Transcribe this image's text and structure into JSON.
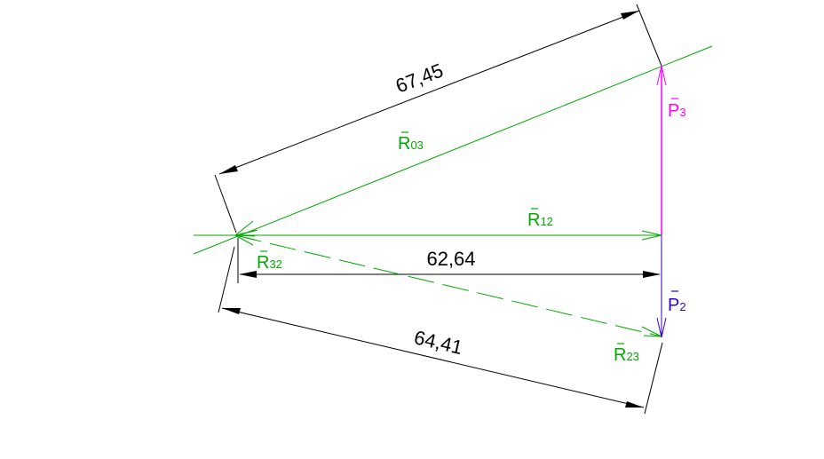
{
  "colors": {
    "dimension": "#000000",
    "reaction": "#00aa00",
    "p3": "#ff00ff",
    "p2": "#3300cc"
  },
  "dimensions": {
    "d1": "67,45",
    "d2": "62,64",
    "d3": "64,41"
  },
  "vectors": {
    "r03": {
      "letter": "R",
      "sub": "03"
    },
    "r12": {
      "letter": "R",
      "sub": "12"
    },
    "r32": {
      "letter": "R",
      "sub": "32"
    },
    "r23": {
      "letter": "R",
      "sub": "23"
    },
    "p3": {
      "letter": "P",
      "sub": "3"
    },
    "p2": {
      "letter": "P",
      "sub": "2"
    }
  }
}
